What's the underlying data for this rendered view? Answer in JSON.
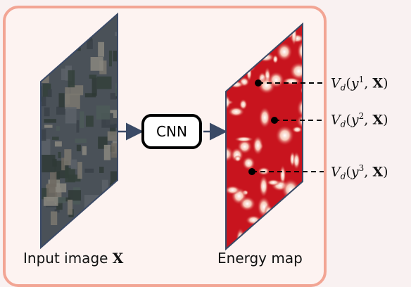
{
  "cnn_label": "CNN",
  "input_caption": {
    "text": "Input image ",
    "symbol": "X"
  },
  "output_caption": "Energy map",
  "energy_labels": [
    {
      "sup": "1"
    },
    {
      "sup": "2"
    },
    {
      "sup": "3"
    }
  ],
  "colors": {
    "panel_border": "#f2a594",
    "panel_fill": "#fdf3f1",
    "arrow": "#3b4a66",
    "energy_red": "#c8141e"
  }
}
